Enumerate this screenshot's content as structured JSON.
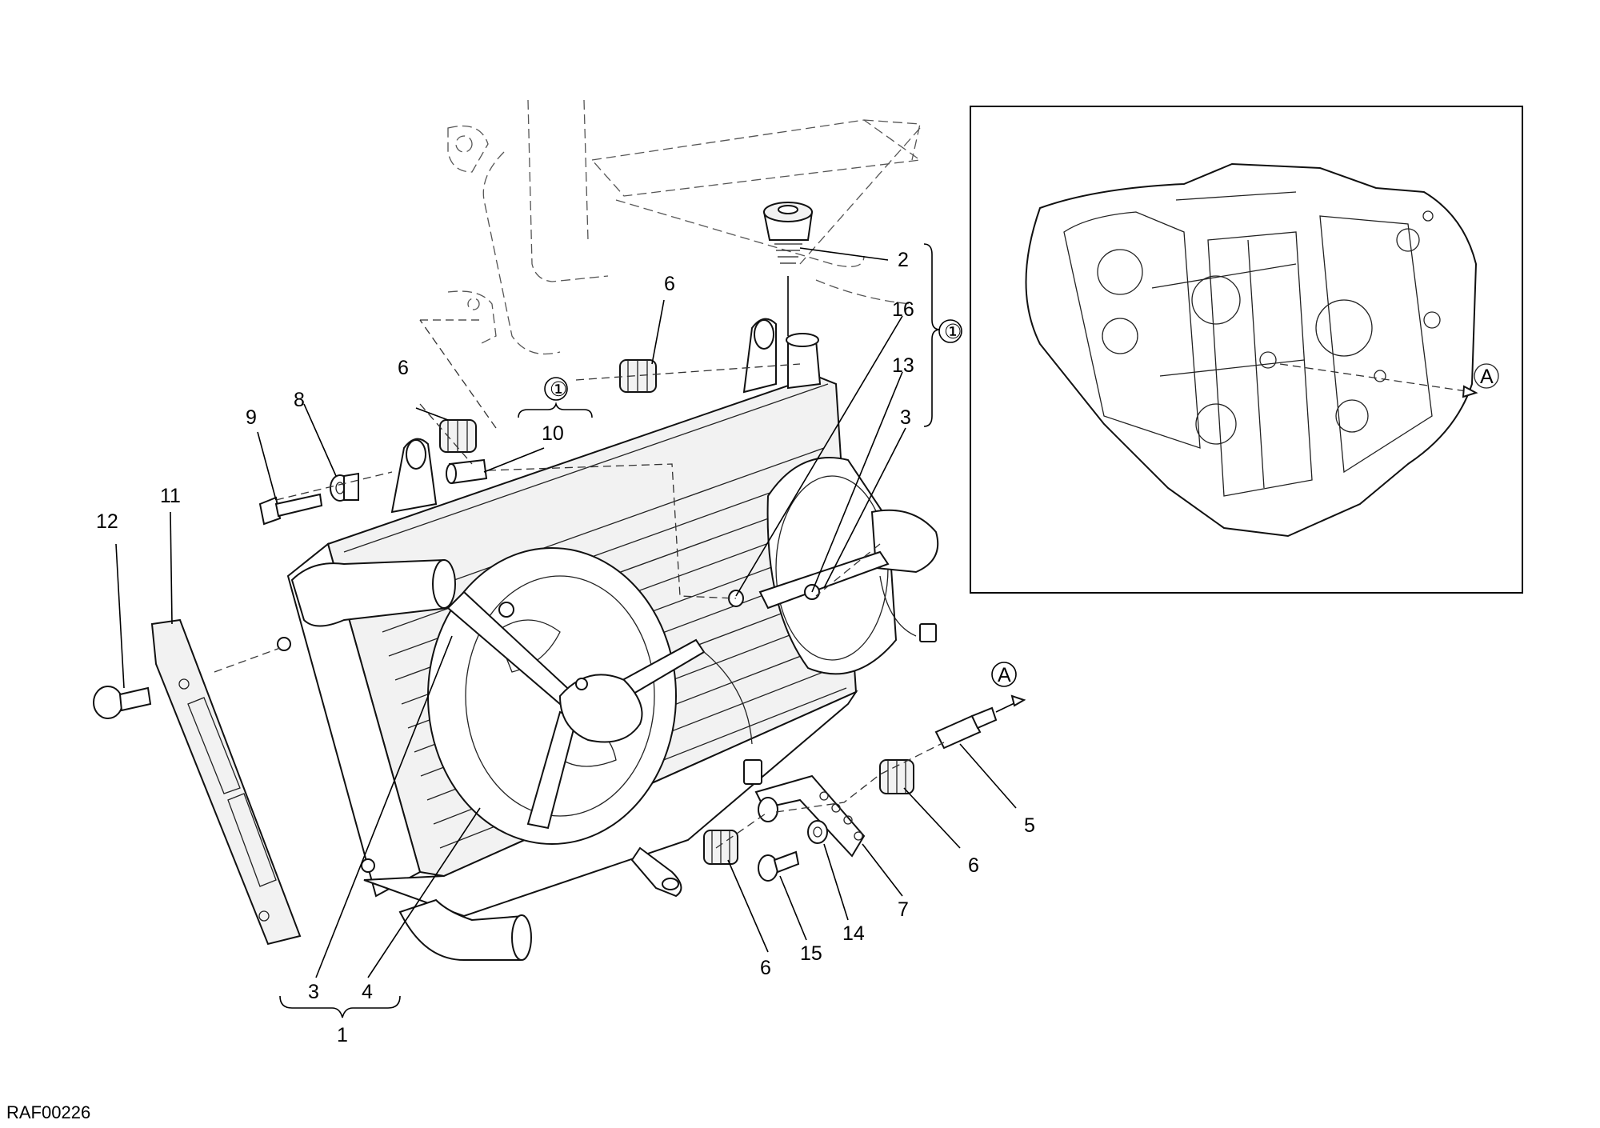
{
  "callouts": {
    "n1": "1",
    "n2": "2",
    "n3a": "3",
    "n3b": "3",
    "n4": "4",
    "n5": "5",
    "n6a": "6",
    "n6b": "6",
    "n6c": "6",
    "n6d": "6",
    "n7": "7",
    "n8": "8",
    "n9": "9",
    "n10": "10",
    "n11": "11",
    "n12": "12",
    "n13": "13",
    "n14": "14",
    "n15": "15",
    "n16": "16"
  },
  "markers": {
    "circled_one": "①",
    "view_a": "A"
  },
  "figure_code": "RAF00226"
}
